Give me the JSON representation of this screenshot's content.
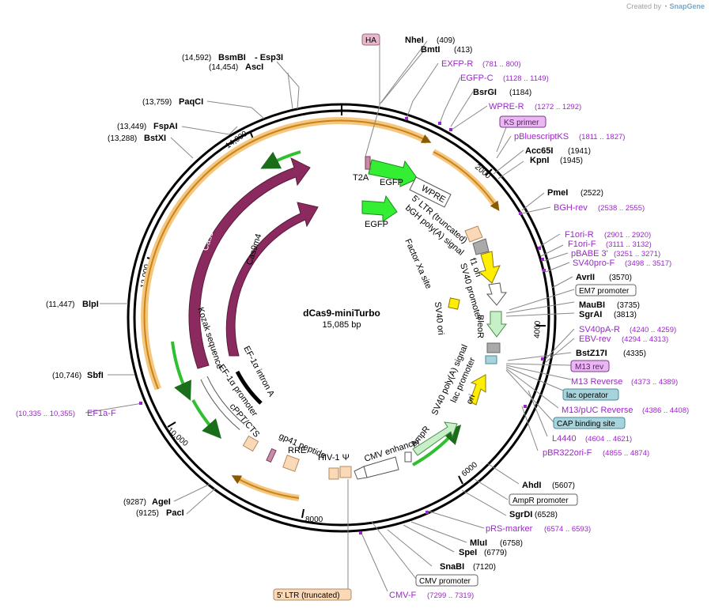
{
  "plasmid": {
    "name": "dCas9-miniTurbo",
    "length": "15,085 bp"
  },
  "credit": {
    "prefix": "Created by",
    "brand": "SnapGene"
  },
  "ticks": [
    "2000",
    "4000",
    "6000",
    "8000",
    "10,000",
    "12,000",
    "14,000"
  ],
  "sites": [
    {
      "name": "NheI",
      "pos": "(409)"
    },
    {
      "name": "BmtI",
      "pos": "(413)"
    },
    {
      "name": "BsrGI",
      "pos": "(1184)"
    },
    {
      "name": "Acc65I",
      "pos": "(1941)"
    },
    {
      "name": "KpnI",
      "pos": "(1945)"
    },
    {
      "name": "PmeI",
      "pos": "(2522)"
    },
    {
      "name": "AvrII",
      "pos": "(3570)"
    },
    {
      "name": "MauBI",
      "pos": "(3735)"
    },
    {
      "name": "SgrAI",
      "pos": "(3813)"
    },
    {
      "name": "BstZ17I",
      "pos": "(4335)"
    },
    {
      "name": "AhdI",
      "pos": "(5607)"
    },
    {
      "name": "SgrDI",
      "pos": "(6528)"
    },
    {
      "name": "MluI",
      "pos": "(6758)"
    },
    {
      "name": "SpeI",
      "pos": "(6779)"
    },
    {
      "name": "SnaBI",
      "pos": "(7120)"
    },
    {
      "name": "PacI",
      "pos": "(9125)"
    },
    {
      "name": "AgeI",
      "pos": "(9287)"
    },
    {
      "name": "SbfI",
      "pos": "(10,746)"
    },
    {
      "name": "BlpI",
      "pos": "(11,447)"
    },
    {
      "name": "BstXI",
      "pos": "(13,288)"
    },
    {
      "name": "FspAI",
      "pos": "(13,449)"
    },
    {
      "name": "PaqCI",
      "pos": "(13,759)"
    },
    {
      "name": "AscI",
      "pos": "(14,454)"
    },
    {
      "name": "BsmBI",
      "pos": "(14,592)"
    },
    {
      "name": "Esp3I",
      "pos": "- Esp3I"
    }
  ],
  "primers": [
    {
      "name": "EXFP-R",
      "pos": "(781 .. 800)"
    },
    {
      "name": "EGFP-C",
      "pos": "(1128 .. 1149)"
    },
    {
      "name": "WPRE-R",
      "pos": "(1272 .. 1292)"
    },
    {
      "name": "pBluescriptKS",
      "pos": "(1811 .. 1827)"
    },
    {
      "name": "BGH-rev",
      "pos": "(2538 .. 2555)"
    },
    {
      "name": "F1ori-R",
      "pos": "(2901 .. 2920)"
    },
    {
      "name": "F1ori-F",
      "pos": "(3111 .. 3132)"
    },
    {
      "name": "pBABE 3'",
      "pos": "(3251 .. 3271)"
    },
    {
      "name": "SV40pro-F",
      "pos": "(3498 .. 3517)"
    },
    {
      "name": "SV40pA-R",
      "pos": "(4240 .. 4259)"
    },
    {
      "name": "EBV-rev",
      "pos": "(4294 .. 4313)"
    },
    {
      "name": "M13 Reverse",
      "pos": "(4373 .. 4389)"
    },
    {
      "name": "M13/pUC Reverse",
      "pos": "(4386 .. 4408)"
    },
    {
      "name": "L4440",
      "pos": "(4604 .. 4621)"
    },
    {
      "name": "pBR322ori-F",
      "pos": "(4855 .. 4874)"
    },
    {
      "name": "pRS-marker",
      "pos": "(6574 .. 6593)"
    },
    {
      "name": "CMV-F",
      "pos": "(7299 .. 7319)"
    },
    {
      "name": "EF1a-F",
      "pos": "(10,335 .. 10,355)"
    }
  ],
  "boxed": {
    "ha": "HA",
    "ks_primer": "KS primer",
    "em7": "EM7 promoter",
    "m13rev": "M13 rev",
    "lac_operator": "lac operator",
    "cap_site": "CAP binding site",
    "ampr_promoter": "AmpR promoter",
    "cmv_promoter": "CMV promoter",
    "ltr_trunc": "5' LTR (truncated)"
  },
  "features": {
    "t2a": "T2A",
    "egfp1": "EGFP",
    "wpre": "WPRE",
    "ltr5": "5' LTR (truncated)",
    "bgh": "bGH poly(A) signal",
    "egfp2": "EGFP",
    "factor_xa": "Factor Xa site",
    "f1ori": "f1 ori",
    "sv40prom": "SV40 promoter",
    "sv40ori": "SV40 ori",
    "bleor": "BleoR",
    "sv40pa": "SV40 poly(A) signal",
    "lacprom": "lac promoter",
    "ori": "ori",
    "ampr": "AmpR",
    "cmv_enh": "CMV enhancer",
    "hiv_psi": "HIV-1 Ψ",
    "rre": "RRE",
    "gp41": "gp41 peptide",
    "cppt": "cPPT/CTS",
    "ef1a_prom": "EF-1α promoter",
    "kozak": "Kozak sequence",
    "ef1a_intron": "EF-1α intron A",
    "cas9": "Cas9",
    "cas9m4": "Cas9m4"
  },
  "colors": {
    "backbone": "#000000",
    "orange_feature": "#f5a623",
    "green_arrow": "#2fbf2f",
    "egfp": "#33ee33",
    "cas9": "#8b2a5e",
    "primer": "#9b27c9",
    "ori": "#ffee00",
    "bleor": "#c8f0c8",
    "ltr": "#fcd9b6",
    "teal_box": "#a7d4dc"
  }
}
